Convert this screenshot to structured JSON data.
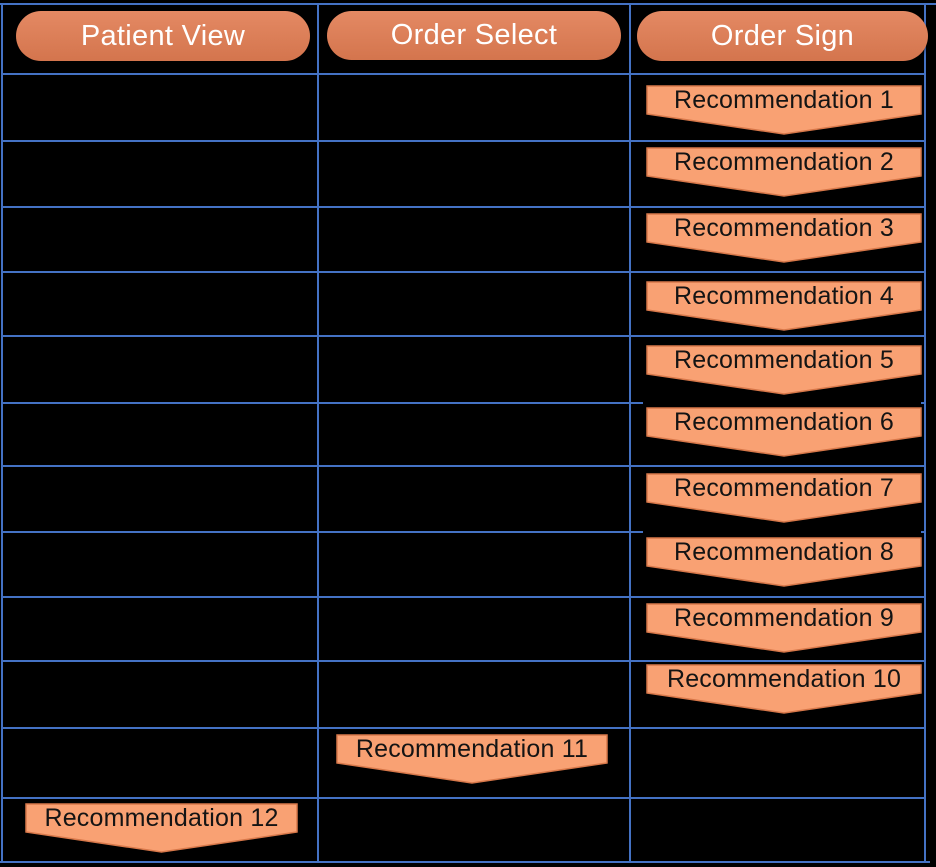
{
  "diagram": {
    "columns": [
      {
        "label": "Patient View"
      },
      {
        "label": "Order Select"
      },
      {
        "label": "Order Sign"
      }
    ],
    "recommendations": [
      {
        "label": "Recommendation 1",
        "lane": "Order Sign"
      },
      {
        "label": "Recommendation 2",
        "lane": "Order Sign"
      },
      {
        "label": "Recommendation 3",
        "lane": "Order Sign"
      },
      {
        "label": "Recommendation 4",
        "lane": "Order Sign"
      },
      {
        "label": "Recommendation 5",
        "lane": "Order Sign"
      },
      {
        "label": "Recommendation 6",
        "lane": "Order Sign"
      },
      {
        "label": "Recommendation 7",
        "lane": "Order Sign"
      },
      {
        "label": "Recommendation 8",
        "lane": "Order Sign"
      },
      {
        "label": "Recommendation 9",
        "lane": "Order Sign"
      },
      {
        "label": "Recommendation 10",
        "lane": "Order Sign"
      },
      {
        "label": "Recommendation 11",
        "lane": "Order Select"
      },
      {
        "label": "Recommendation 12",
        "lane": "Patient View"
      }
    ],
    "colors": {
      "background": "#000000",
      "grid_line": "#4472C4",
      "header_fill": "#E17C52",
      "header_text": "#FFFFFF",
      "shape_fill": "#F9A173",
      "shape_border": "#D8784A",
      "shape_text": "#141414"
    }
  }
}
